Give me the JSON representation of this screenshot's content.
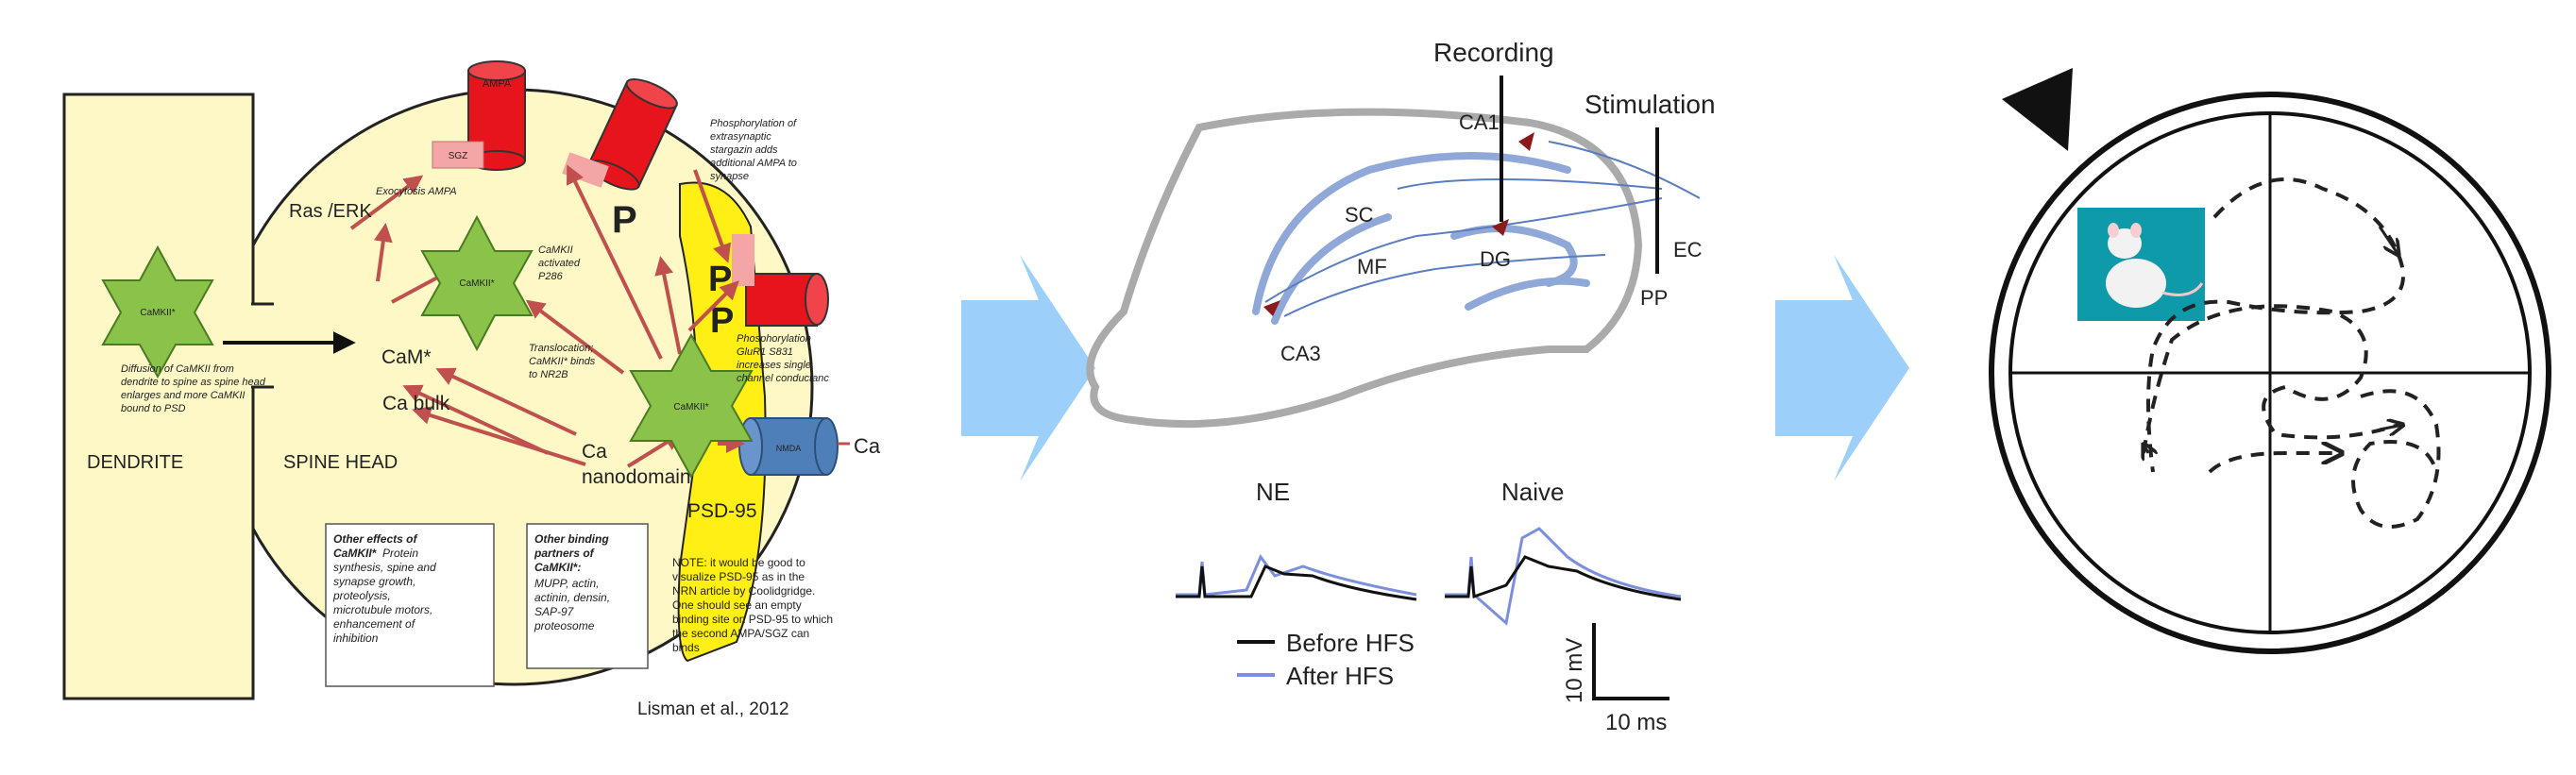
{
  "colors": {
    "dendrite_fill": "#fdf8c6",
    "spine_fill": "#fdf8c6",
    "camkii_green": "#8bc34a",
    "ampa_red": "#e8141c",
    "sgz_pink": "#f4a6a6",
    "psd_yellow": "#ffef14",
    "nmda_blue": "#4f7fb8",
    "arrow_red": "#c0504d",
    "arrow_light_blue": "#9ccffa",
    "hippo_blue": "#8fa8d8",
    "after_hfs_blue": "#7b8fdc"
  },
  "panel1": {
    "dendrite_label": "DENDRITE",
    "spine_label": "SPINE HEAD",
    "camkii_star": "CaMKII*",
    "camkii_star2": "CaMKII*",
    "camkii_star3": "CaMKII*",
    "diffusion_text": [
      "Diffusion of CaMKII from",
      "dendrite to spine as spine head",
      "enlarges and more CaMKII",
      "bound to PSD"
    ],
    "ras_erk": "Ras /ERK",
    "exocytosis": "Exocytosis AMPA",
    "ampa_label": "AMPA",
    "sgz_label": "SGZ",
    "phospho_stargazin": [
      "Phosphorylation of",
      "extrasynaptic",
      "stargazin adds",
      "additional AMPA to",
      "synapse"
    ],
    "camkii_activated": [
      "CaMKII",
      "activated",
      "P286"
    ],
    "translocation": [
      "Translocation;",
      "CaMKII* binds",
      "to NR2B"
    ],
    "phospho_glur1": [
      "Phosphorylation",
      "GluR1 S831",
      "increases single",
      "channel conductanc"
    ],
    "cam_star": "CaM*",
    "ca_bulk": "Ca bulk",
    "ca_nanodomain": [
      "Ca",
      "nanodomain"
    ],
    "ca_ext": "Ca",
    "nmda_label": "NMDA",
    "psd_label": "PSD-95",
    "p_label": "P",
    "other_effects_title": [
      "Other effects of",
      "CaMKII*"
    ],
    "other_effects_body": [
      "Protein",
      "synthesis, spine and",
      "synapse growth,",
      "proteolysis,",
      "microtubule motors,",
      "enhancement of",
      "inhibition"
    ],
    "other_binding_title": [
      "Other binding",
      "partners of",
      "CaMKII*:"
    ],
    "other_binding_body": [
      "MUPP, actin,",
      "actinin, densin,",
      "SAP-97",
      "proteosome"
    ],
    "note": [
      "NOTE: it would be good to",
      "visualize PSD-95 as in the",
      "NRN article by Coolidgridge.",
      "One should see an empty",
      "binding site on PSD-95 to which",
      "the second AMPA/SGZ can",
      "binds"
    ],
    "citation": "Lisman et al., 2012"
  },
  "panel2": {
    "recording": "Recording",
    "stimulation": "Stimulation",
    "ca1": "CA1",
    "sc": "SC",
    "mf": "MF",
    "dg": "DG",
    "ec": "EC",
    "pp": "PP",
    "ca3": "CA3",
    "ne": "NE",
    "naive": "Naive",
    "legend_before": "Before HFS",
    "legend_after": "After HFS",
    "scale_mv": "10 mV",
    "scale_ms": "10 ms"
  }
}
